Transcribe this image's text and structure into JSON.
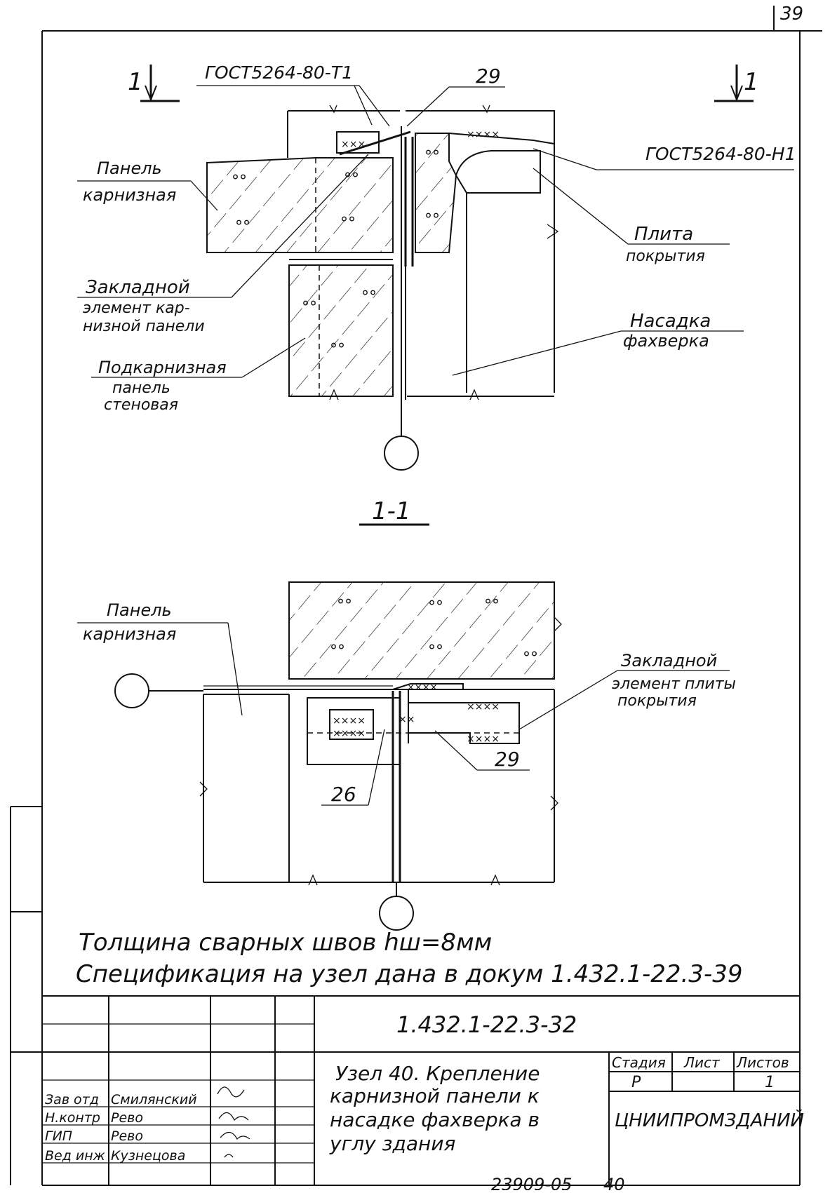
{
  "sheet": {
    "corner_number": "39",
    "bottom_number": "23909-05",
    "bottom_number2": "40"
  },
  "top_view": {
    "section_mark_left": "1",
    "section_mark_right": "1",
    "gost_top": "ГОСТ5264-80-Т1",
    "gost_right": "ГОСТ5264-80-Н1",
    "label_29": "29",
    "labels": {
      "panel_l1": "Панель",
      "panel_l2": "карнизная",
      "embedded_l1": "Закладной",
      "embedded_l2": "элемент кар-",
      "embedded_l3": "низной панели",
      "subpanel_l1": "Подкарнизная",
      "subpanel_l2": "панель",
      "subpanel_l3": "стеновая",
      "slab_l1": "Плита",
      "slab_l2": "покрытия",
      "nasadka_l1": "Насадка",
      "nasadka_l2": "фахверка"
    }
  },
  "section": {
    "title": "1-1",
    "labels": {
      "panel_l1": "Панель",
      "panel_l2": "карнизная",
      "embedded_l1": "Закладной",
      "embedded_l2": "элемент плиты",
      "embedded_l3": "покрытия",
      "label_29": "29",
      "label_26": "26"
    }
  },
  "notes": {
    "weld": "Толщина сварных швов  hш=8мм",
    "spec": "Спецификация на узел дана в докум 1.432.1-22.3-39"
  },
  "title_block": {
    "doc_code": "1.432.1-22.3-32",
    "title_l1": "Узел 40. Крепление",
    "title_l2": "карнизной панели к",
    "title_l3": "насадке фахверка в",
    "title_l4": "углу здания",
    "stage_header": "Стадия",
    "sheet_header": "Лист",
    "sheets_header": "Листов",
    "stage_value": "Р",
    "sheet_value": "",
    "sheets_value": "1",
    "org": "ЦНИИПРОМЗДАНИЙ",
    "roles": [
      {
        "role": "Зав отд",
        "name": "Смилянский"
      },
      {
        "role": "Н.контр",
        "name": "Рево"
      },
      {
        "role": "ГИП",
        "name": "Рево"
      },
      {
        "role": "Вед инж",
        "name": "Кузнецова"
      }
    ]
  }
}
